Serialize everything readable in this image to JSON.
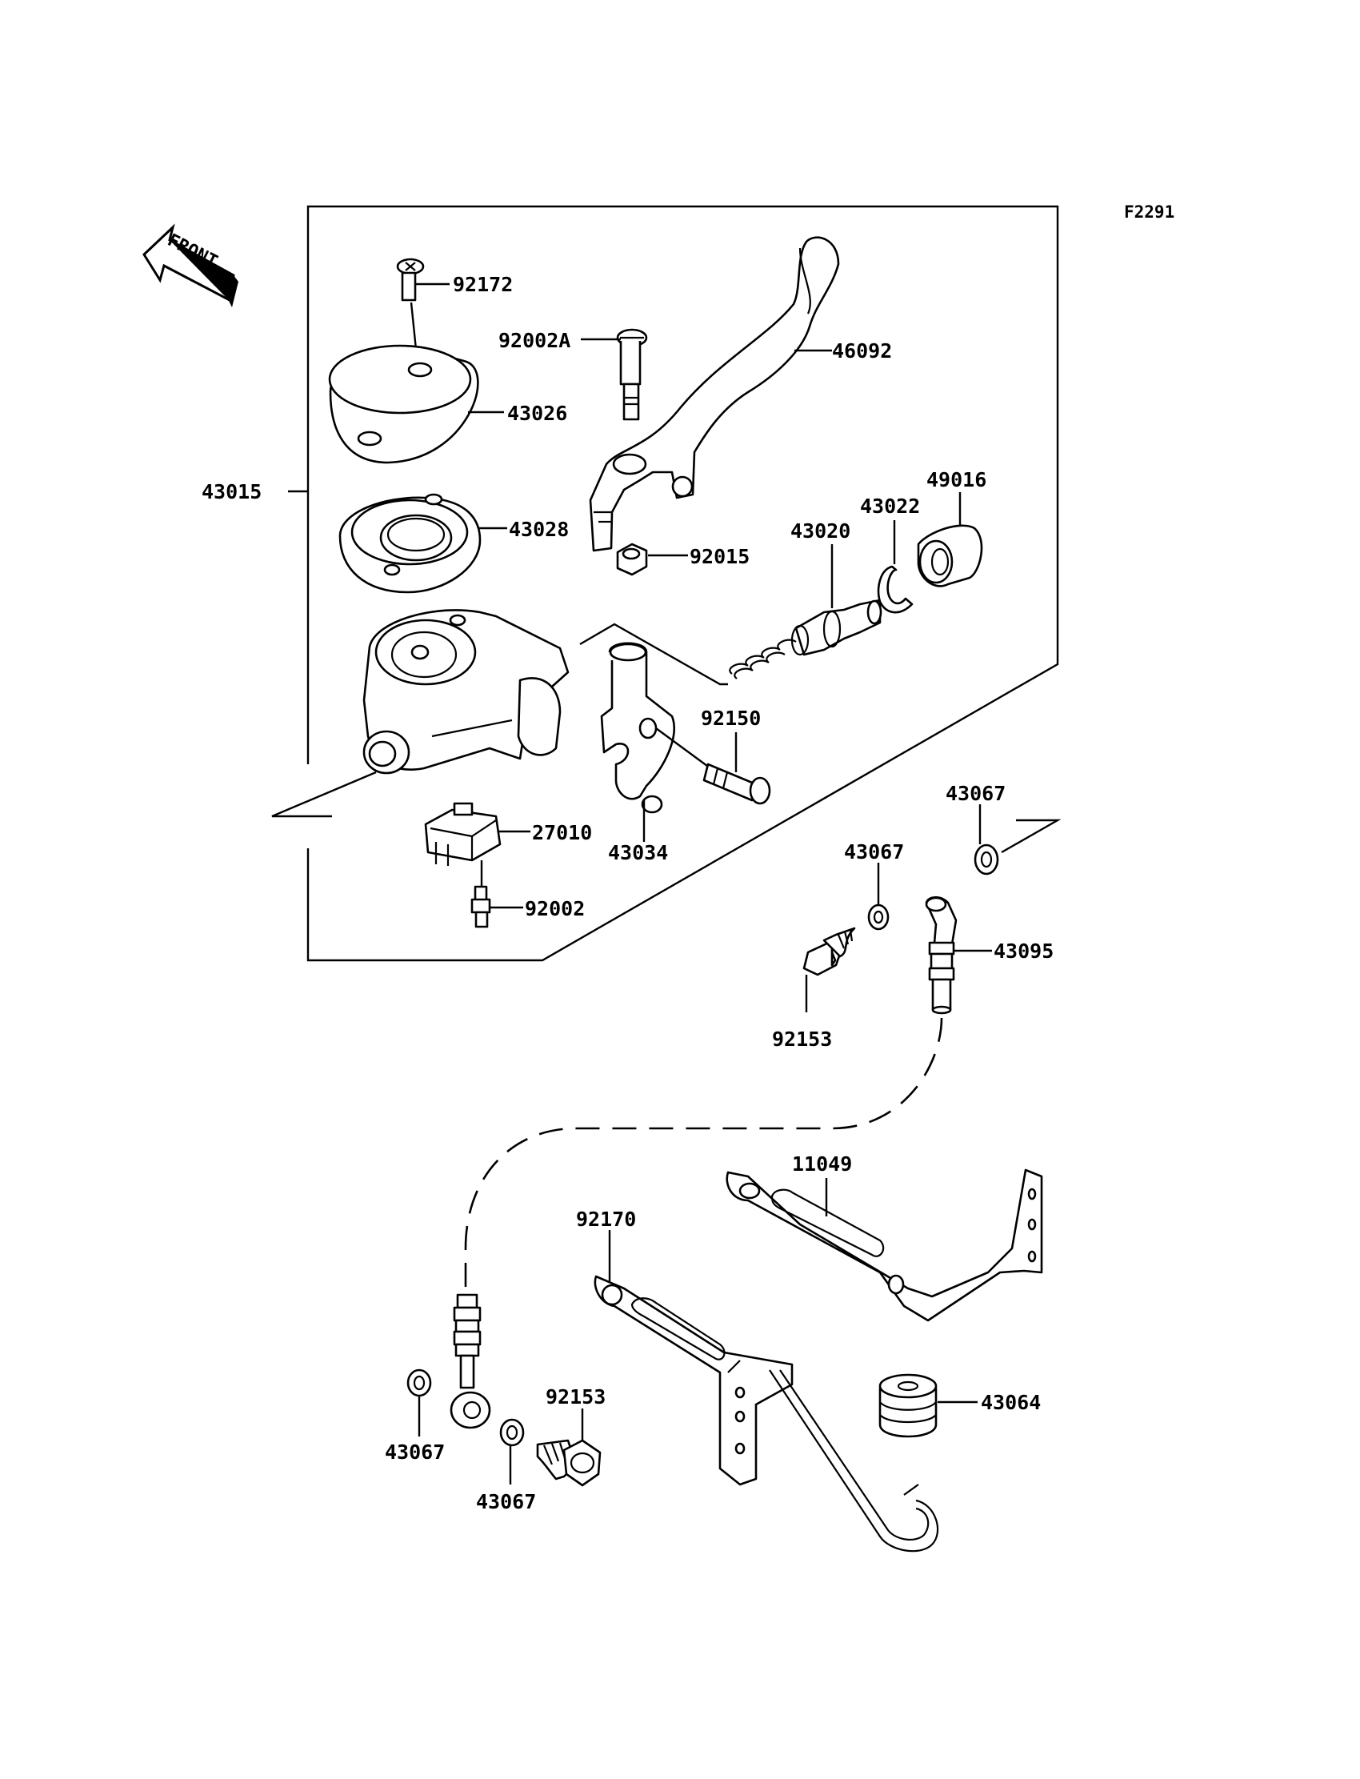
{
  "figure_code": "F2291",
  "front_label": "FRONT",
  "callouts": {
    "p92172": "92172",
    "p92002A": "92002A",
    "p46092": "46092",
    "p43026": "43026",
    "p43015": "43015",
    "p43028": "43028",
    "p92015": "92015",
    "p43020": "43020",
    "p43022": "43022",
    "p49016": "49016",
    "p92150": "92150",
    "p43067_a": "43067",
    "p43067_b": "43067",
    "p27010": "27010",
    "p43034": "43034",
    "p92002": "92002",
    "p43095": "43095",
    "p92153_a": "92153",
    "p11049": "11049",
    "p92170": "92170",
    "p92153_b": "92153",
    "p43064": "43064",
    "p43067_c": "43067",
    "p43067_d": "43067"
  }
}
